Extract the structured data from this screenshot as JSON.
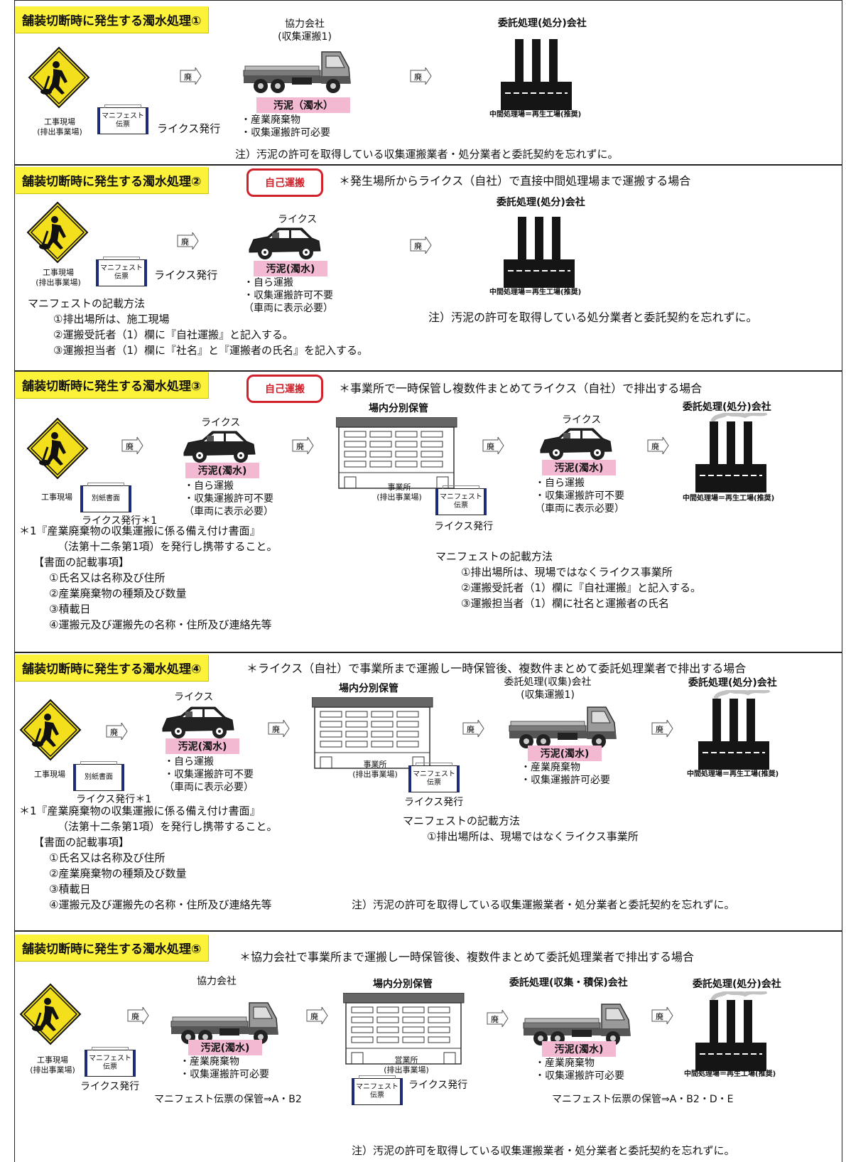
{
  "common": {
    "hai": "廃",
    "worksite_line1": "工事現場",
    "worksite_line2": "(排出事業場)",
    "worksite_short": "工事現場",
    "manifest_line1": "マニフェスト",
    "manifest_line2": "伝票",
    "separate_doc": "別紙書面",
    "lykus_issue": "ライクス発行",
    "lykus_issue_star": "ライクス発行＊1",
    "sludge": "汚泥(濁水)",
    "sludge_s1": "汚泥（濁水）",
    "lykus": "ライクス",
    "self_transport_label": "自己運搬",
    "bullet_self": "・自ら運搬",
    "bullet_no_permit": "・収集運搬許可不要",
    "bullet_display": "（車両に表示必要）",
    "bullet_industrial": "・産業廃棄物",
    "bullet_permit": "・収集運搬許可必要",
    "disposal_company": "委託処理(処分)会社",
    "intermediate": "中間処理場＝再生工場(推奨)",
    "storage": "場内分別保管",
    "office_line1": "事業所",
    "office_line2": "(排出事業場)"
  },
  "s1": {
    "title": "舗装切断時に発生する濁水処理①",
    "partner_line1": "協力会社",
    "partner_line2": "(収集運搬1)",
    "note": "注）汚泥の許可を取得している収集運搬業者・処分業者と委託契約を忘れずに。"
  },
  "s2": {
    "title": "舗装切断時に発生する濁水処理②",
    "desc": "＊発生場所からライクス（自社）で直接中間処理場まで運搬する場合",
    "manifest_heading": "マニフェストの記載方法",
    "items": [
      "①排出場所は、施工現場",
      "②運搬受託者（1）欄に『自社運搬』と記入する。",
      "③運搬担当者（1）欄に『社名』と『運搬者の氏名』を記入する。"
    ],
    "note": "注）汚泥の許可を取得している処分業者と委託契約を忘れずに。"
  },
  "s3": {
    "title": "舗装切断時に発生する濁水処理③",
    "desc": "＊事業所で一時保管し複数件まとめてライクス（自社）で排出する場合",
    "footnote_line1": "＊1『産業廃棄物の収集運搬に係る備え付け書面』",
    "footnote_line2": "（法第十二条第1項）を発行し携帯すること。",
    "doc_heading": "【書面の記載事項】",
    "doc_items": [
      "①氏名又は名称及び住所",
      "②産業廃棄物の種類及び数量",
      "③積載日",
      "④運搬元及び運搬先の名称・住所及び連絡先等"
    ],
    "manifest_heading": "マニフェストの記載方法",
    "items": [
      "①排出場所は、現場ではなくライクス事業所",
      "②運搬受託者（1）欄に『自社運搬』と記入する。",
      "③運搬担当者（1）欄に社名と運搬者の氏名"
    ]
  },
  "s4": {
    "title": "舗装切断時に発生する濁水処理④",
    "desc": "＊ライクス（自社）で事業所まで運搬し一時保管後、複数件まとめて委託処理業者で排出する場合",
    "collector_line1": "委託処理(収集)会社",
    "collector_line2": "(収集運搬1)",
    "footnote_line1": "＊1『産業廃棄物の収集運搬に係る備え付け書面』",
    "footnote_line2": "（法第十二条第1項）を発行し携帯すること。",
    "doc_heading": "【書面の記載事項】",
    "doc_items": [
      "①氏名又は名称及び住所",
      "②産業廃棄物の種類及び数量",
      "③積載日",
      "④運搬元及び運搬先の名称・住所及び連絡先等"
    ],
    "manifest_heading": "マニフェストの記載方法",
    "items": [
      "①排出場所は、現場ではなくライクス事業所"
    ],
    "note": "注）汚泥の許可を取得している収集運搬業者・処分業者と委託契約を忘れずに。"
  },
  "s5": {
    "title": "舗装切断時に発生する濁水処理⑤",
    "desc": "＊協力会社で事業所まで運搬し一時保管後、複数件まとめて委託処理業者で排出する場合",
    "partner": "協力会社",
    "office_line1": "営業所",
    "collector": "委託処理(収集・積保)会社",
    "keep1": "マニフェスト伝票の保管⇒A・B2",
    "keep2": "マニフェスト伝票の保管⇒A・B2・D・E",
    "note": "注）汚泥の許可を取得している収集運搬業者・処分業者と委託契約を忘れずに。"
  }
}
